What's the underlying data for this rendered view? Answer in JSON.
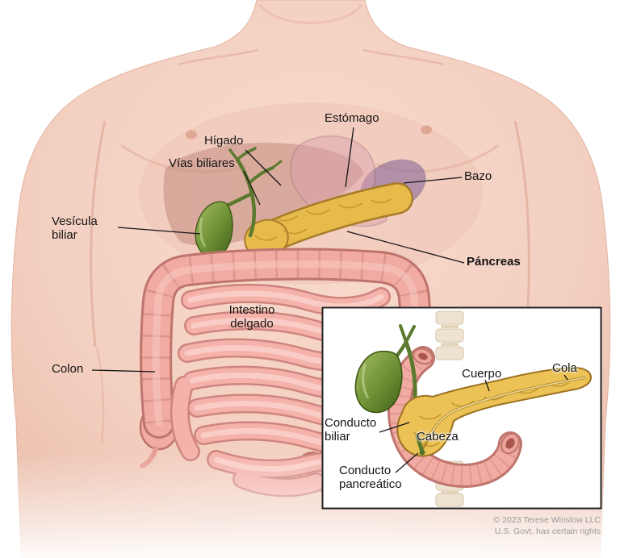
{
  "labels": {
    "estomago": "Estómago",
    "higado": "Hígado",
    "vias_biliares": "Vías biliares",
    "vesicula_biliar": "Vesícula biliar",
    "bazo": "Bazo",
    "pancreas": "Páncreas",
    "intestino_delgado": "Intestino delgado",
    "colon": "Colon"
  },
  "inset": {
    "cuerpo": "Cuerpo",
    "cola": "Cola",
    "cabeza": "Cabeza",
    "conducto_biliar": "Conducto biliar",
    "conducto_pancreatico": "Conducto pancreático"
  },
  "copyright": {
    "line1": "© 2023 Terese Winslow LLC",
    "line2": "U.S. Govt. has certain rights"
  },
  "colors": {
    "skin": "#f3cfc0",
    "pancreas_yellow": "#e7ba4c",
    "gallbladder_green": "#6d8f33",
    "bile_duct_green": "#5c7a2d",
    "intestine_pink": "#f4b2aa",
    "colon_pink": "#f2aba3",
    "spleen_purple": "#7d5f96",
    "liver_brown": "#b97f72",
    "label_text": "#141414",
    "copyright_gray": "#9b9b9b"
  }
}
